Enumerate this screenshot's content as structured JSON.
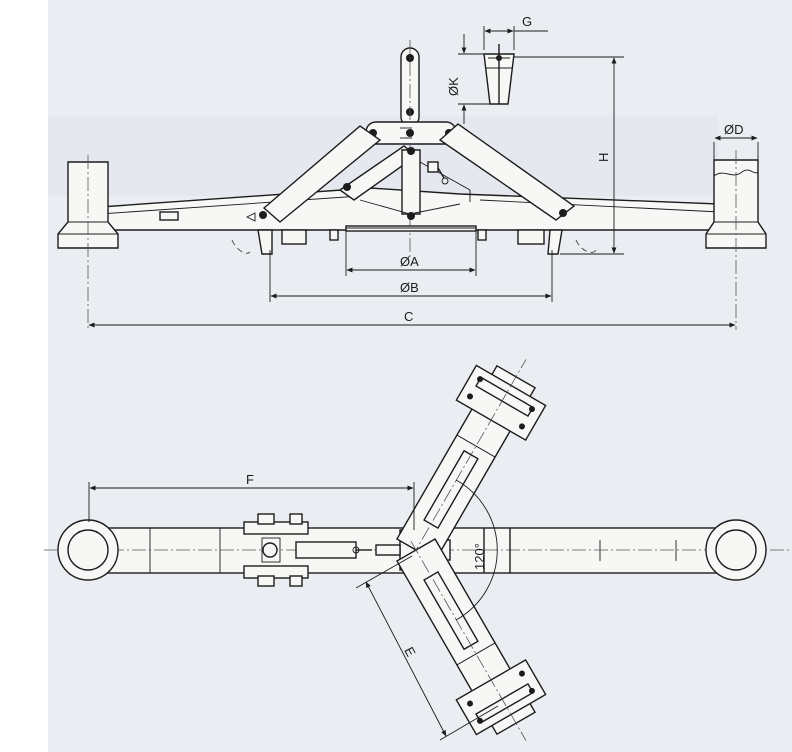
{
  "figure": {
    "labels": {
      "dia_a": "ØA",
      "dia_b": "ØB",
      "length_c": "C",
      "dia_d": "ØD",
      "gap_g": "G",
      "dia_k": "ØK",
      "height_h": "H",
      "arm_f": "F",
      "arm_e": "E",
      "angle": "120°"
    }
  }
}
